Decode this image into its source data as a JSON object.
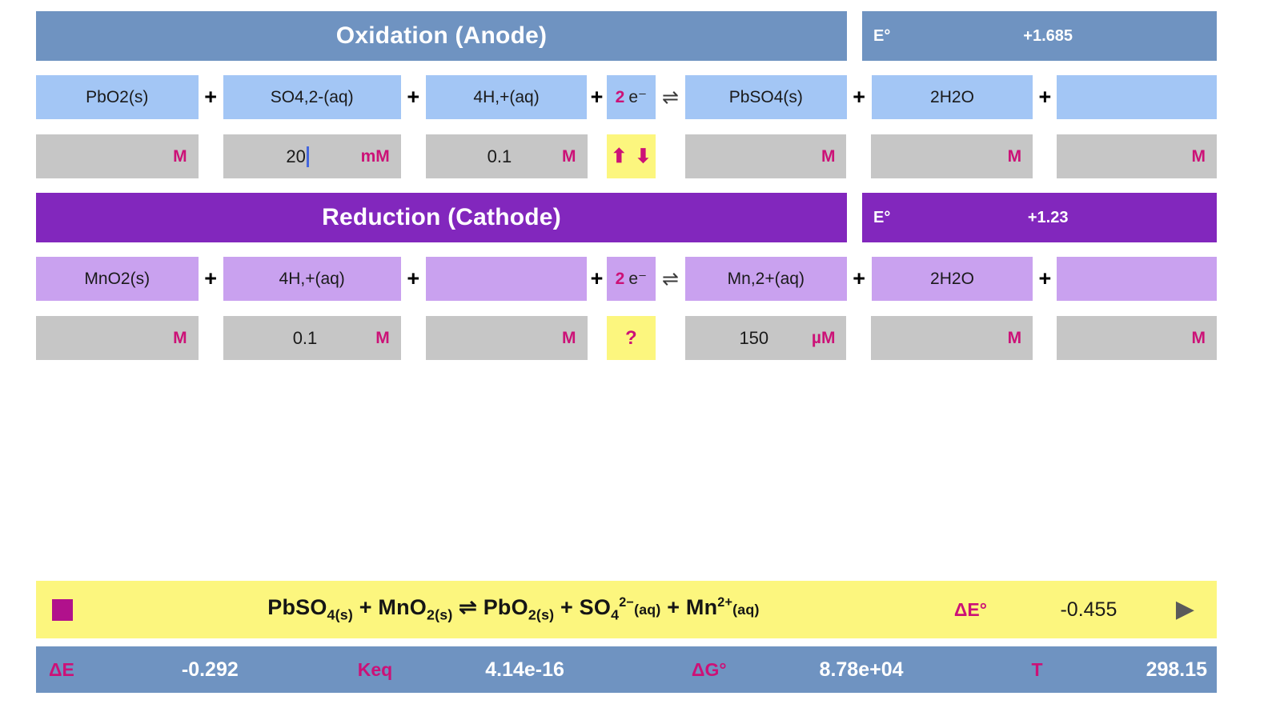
{
  "anode": {
    "title": "Oxidation (Anode)",
    "e_label": "E°",
    "e_value": "+1.685",
    "species": [
      {
        "name": "PbO2(s)",
        "value": "",
        "unit": "M"
      },
      {
        "name": "SO4,2-(aq)",
        "value": "20",
        "unit": "mM"
      },
      {
        "name": "4H,+(aq)",
        "value": "0.1",
        "unit": "M"
      }
    ],
    "electrons": {
      "count": "2",
      "symbol": "e⁻",
      "spinner_up": "⬆",
      "spinner_down": "⬇"
    },
    "arrow": "⇌",
    "products": [
      {
        "name": "PbSO4(s)",
        "value": "",
        "unit": "M"
      },
      {
        "name": "2H2O",
        "value": "",
        "unit": "M"
      },
      {
        "name": "",
        "value": "",
        "unit": "M"
      }
    ],
    "plus": "+"
  },
  "cathode": {
    "title": "Reduction (Cathode)",
    "e_label": "E°",
    "e_value": "+1.23",
    "species": [
      {
        "name": "MnO2(s)",
        "value": "",
        "unit": "M"
      },
      {
        "name": "4H,+(aq)",
        "value": "0.1",
        "unit": "M"
      },
      {
        "name": "",
        "value": "",
        "unit": "M"
      }
    ],
    "electrons": {
      "count": "2",
      "symbol": "e⁻",
      "unknown": "?"
    },
    "arrow": "⇌",
    "products": [
      {
        "name": "Mn,2+(aq)",
        "value": "150",
        "unit": "µM"
      },
      {
        "name": "2H2O",
        "value": "",
        "unit": "M"
      },
      {
        "name": "",
        "value": "",
        "unit": "M"
      }
    ],
    "plus": "+"
  },
  "summary": {
    "marker": "square-marker",
    "equation_parts": {
      "r1": "PbSO",
      "r1sub": "4(s)",
      "p1": " + MnO",
      "p1sub": "2(s)",
      "arrow": " ⇌ ",
      "p2": "PbO",
      "p2sub": "2(s)",
      "p3": " + SO",
      "p3sub": "4",
      "p3sup": "2−",
      "p3state": "(aq)",
      "p4": " + Mn",
      "p4sup": "2+",
      "p4state": "(aq)"
    },
    "delta_e_label": "ΔE°",
    "delta_e_value": "-0.455",
    "play_icon": "▶"
  },
  "status": {
    "items": [
      {
        "label": "ΔE",
        "value": "-0.292"
      },
      {
        "label": "Keq",
        "value": "4.14e-16"
      },
      {
        "label": "ΔG°",
        "value": "8.78e+04"
      },
      {
        "label": "T",
        "value": "298.15"
      }
    ]
  },
  "colors": {
    "anode_band": "#6f93c1",
    "anode_chip": "#a3c6f5",
    "cathode_band": "#8227bd",
    "cathode_chip": "#c9a1ef",
    "input_cell": "#c6c6c6",
    "highlight": "#fcf67e",
    "accent": "#cc1177"
  }
}
